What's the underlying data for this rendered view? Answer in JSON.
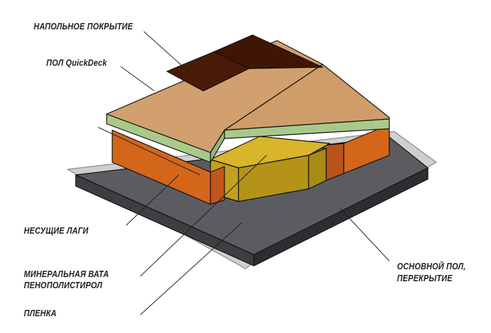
{
  "labels": {
    "floor_covering": "НАПОЛЬНОЕ ПОКРЫТИЕ",
    "quickdeck": "ПОЛ QuickDeck",
    "joists": "НЕСУЩИЕ ЛАГИ",
    "insulation_line1": "МИНЕРАЛЬНАЯ ВАТА",
    "insulation_line2": "ПЕНОПОЛИСТИРОЛ",
    "film": "ПЛЕНКА",
    "base_line1": "ОСНОВНОЙ ПОЛ,",
    "base_line2": "ПЕРЕКРЫТИЕ"
  },
  "colors": {
    "covering": "#4a1a08",
    "board": "#d2a06e",
    "board_edge": "#a8c98a",
    "joist": "#d4661a",
    "insulation": "#c3a11e",
    "slab": "#5a5a5e",
    "film": "#c8c8c8"
  }
}
